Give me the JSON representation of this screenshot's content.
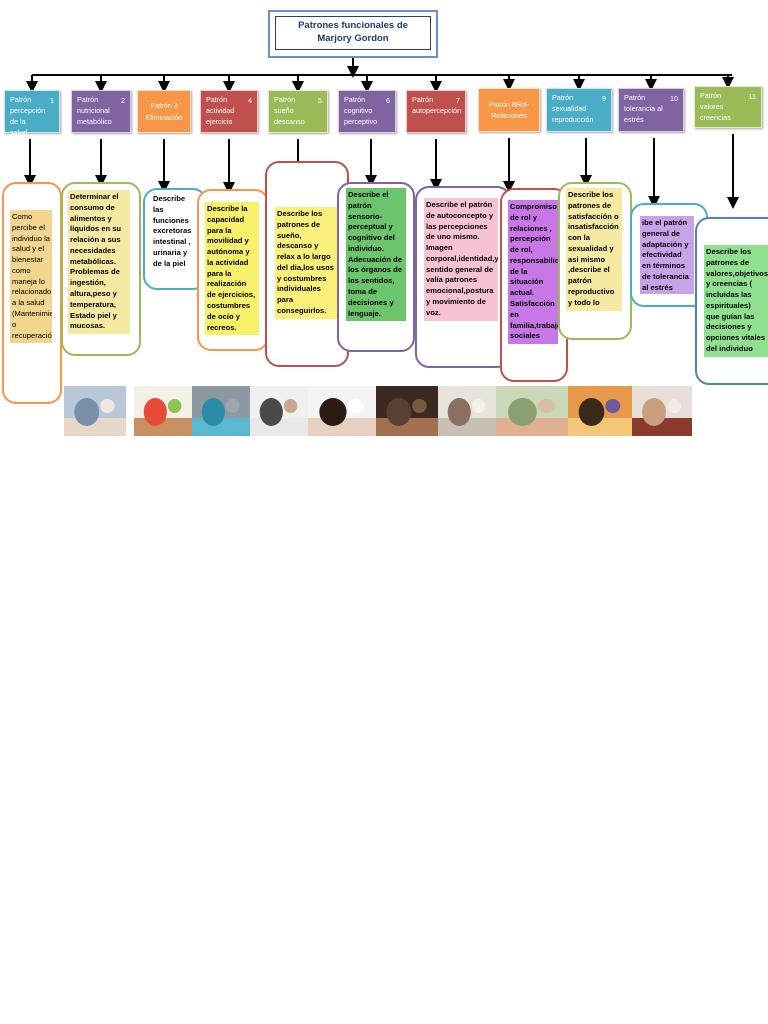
{
  "title": "Patrones funcionales  de Marjory Gordon",
  "patterns": [
    {
      "label": "Patrón percepción de la salud",
      "number": "1",
      "color": "#4bacc6"
    },
    {
      "label": "Patrón nutricional metabólico",
      "number": "2",
      "color": "#8064a2"
    },
    {
      "label": "Patrón 3 Eliminación",
      "number": "",
      "color": "#f79646"
    },
    {
      "label": "Patrón actividad ejercicio",
      "number": "4",
      "color": "#c0504d"
    },
    {
      "label": "Patrón sueño descanso",
      "number": "5",
      "color": "#9bbb59"
    },
    {
      "label": "Patrón cognitivo perceptivo",
      "number": "6",
      "color": "#8064a2"
    },
    {
      "label": "Patrón autopercepción",
      "number": "7",
      "color": "#c0504d"
    },
    {
      "label": "Patrón 8Rol-Relaciones",
      "number": "",
      "color": "#f79646"
    },
    {
      "label": "Patrón sexualidad reproducción",
      "number": "9",
      "color": "#4bacc6"
    },
    {
      "label": "Patrón tolerancia al estrés",
      "number": "10",
      "color": "#8064a2"
    },
    {
      "label": "Patrón valores creencias",
      "number": "11",
      "color": "#9bbb59"
    }
  ],
  "descriptions": [
    {
      "text": "Como percibe el individuo la salud y el bienestar como maneja lo relacionado a la salud (Mantenimiento o recuperación).",
      "bg": "#f2d58f",
      "border": "#f79646"
    },
    {
      "text": "Determinar el consumo de alimentos y líquidos en su relación a sus necesidades metabólicas. Problemas de ingestión, altura,peso y temperatura, Estado piel y mucosas.",
      "bg": "#f5e9a3",
      "border": "#9bbb59"
    },
    {
      "text": "Describe las funciones excretoras intestinal , urinaria y de la piel",
      "bg": "#ffffff",
      "border": "#4bacc6"
    },
    {
      "text": "Describe la capacidad para la movilidad y autónoma y la actividad para la realización de ejercicios, costumbres de ocio y recreos.",
      "bg": "#f6f06a",
      "border": "#f79646"
    },
    {
      "text": "Describe los patrones de sueño, descanso y relax a lo largo del dia,los usos y costumbres individuales para conseguirlos.",
      "bg": "#fbf07a",
      "border": "#c0504d"
    },
    {
      "text": "Describe el patrón sensorio-perceptual y cognitivo del individuo. Adecuación de los órganos de los sentidos, toma de decisiones y lenguaje.",
      "bg": "#6cc56c",
      "border": "#8064a2"
    },
    {
      "text": "Describe el patrón de autoconcepto y las percepciones de uno mismo. Imagen corporal,identidad,y sentido general de valía patrones emocional,postura y movimiento de voz.",
      "bg": "#f7c3d3",
      "border": "#8064a2"
    },
    {
      "text": "Compromiso de rol y relaciones , percepción de rol, responsabilidad de la situación actual. Satisfacción en familia,trabajo,relaciones sociales",
      "bg": "#c778e6",
      "border": "#c0504d"
    },
    {
      "text": "Describe los patrones de satisfacción o insatisfacción  con la sexualidad y asi mismo ,describe el patrón reproductivo y todo lo",
      "bg": "#f5e9a3",
      "border": "#9bbb59"
    },
    {
      "text": "ibe el patrón general de adaptación y efectividad en términos de tolerancia al estrés",
      "bg": "#c9a3e8",
      "border": "#4bacc6"
    },
    {
      "text": "Describe los patrones de valores,objetivos y creencias ( incluidas las espirituales) que guían las decisiones y opciones vitales del individuo",
      "bg": "#8fe08f",
      "border": "#4f81bd"
    }
  ],
  "photos": [
    {
      "name": "doctor-elderly-photo"
    },
    {
      "name": "woman-fruits-photo"
    },
    {
      "name": "kidneys-photo"
    },
    {
      "name": "exercise-photo"
    },
    {
      "name": "sleeping-woman-photo"
    },
    {
      "name": "brain-photo"
    },
    {
      "name": "woman-window-photo"
    },
    {
      "name": "family-photo"
    },
    {
      "name": "couple-sunset-photo"
    },
    {
      "name": "stressed-student-photo"
    }
  ]
}
